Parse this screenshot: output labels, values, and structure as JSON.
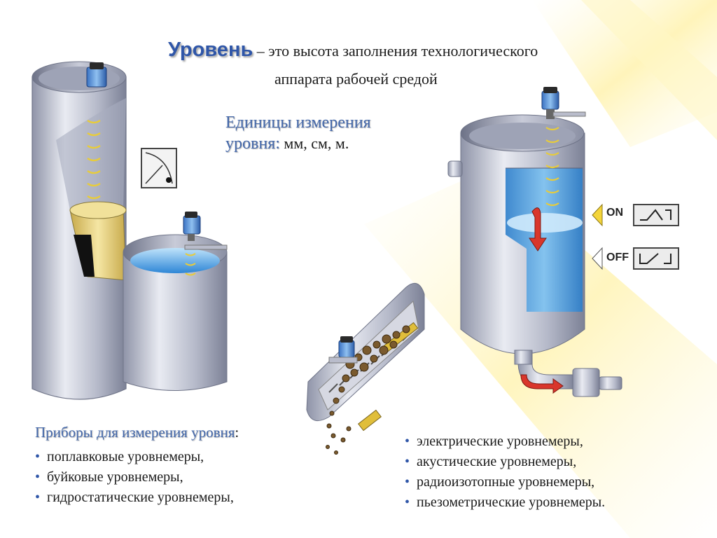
{
  "definition": {
    "term": "Уровень",
    "dash_text": " – это высота заполнения технологического",
    "line2": "аппарата рабочей средой"
  },
  "units": {
    "line1": "Единицы измерения",
    "line2_label": "уровня:",
    "line2_values": " мм, см, м."
  },
  "instruments": {
    "heading": "Приборы для измерения уровня",
    "heading_suffix": ":",
    "left_list": [
      "поплавковые уровнемеры,",
      "буйковые уровнемеры,",
      "гидростатические уровнемеры,"
    ],
    "right_list": [
      "электрические уровнемеры,",
      "акустические уровнемеры,",
      "радиоизотопные уровнемеры,",
      "пьезометрические уровнемеры."
    ]
  },
  "switch_labels": {
    "on": "ON",
    "off": "OFF"
  },
  "colors": {
    "accent_blue": "#2f56a8",
    "heading_blue": "#4468aa",
    "liquid_blue": "#3f9be0",
    "bulk_yellow": "#e8d27a",
    "arrow_red": "#d9362b",
    "light_beam": "#fff1a8"
  }
}
